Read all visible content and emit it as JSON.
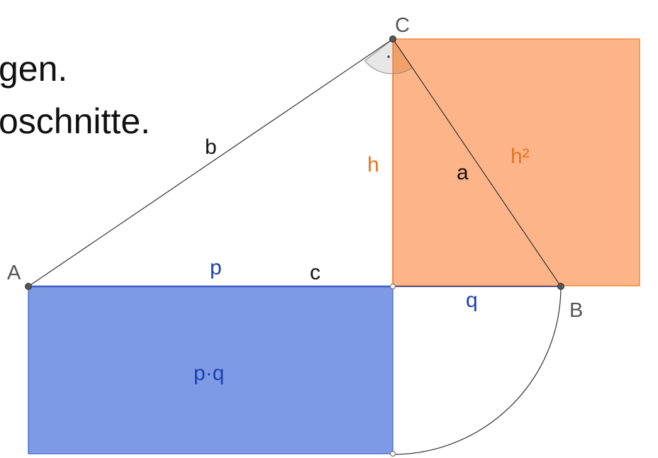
{
  "slide_text": {
    "line1": "gen.",
    "line2": "oschnitte."
  },
  "points": {
    "A": "A",
    "B": "B",
    "C": "C"
  },
  "segment_labels": {
    "a": "a",
    "b": "b",
    "c": "c",
    "h": "h",
    "p": "p",
    "q": "q"
  },
  "area_labels": {
    "h_squared": "h²",
    "p_times_q": "p·q"
  },
  "colors": {
    "orange_fill": "#FDB488",
    "orange_stroke": "#F08A3C",
    "orange_text": "#E8731F",
    "blue_fill": "#7F9AE4",
    "blue_stroke": "#3F5FC8",
    "blue_text": "#1B3FB0",
    "line": "#333333",
    "point": "#555555"
  }
}
